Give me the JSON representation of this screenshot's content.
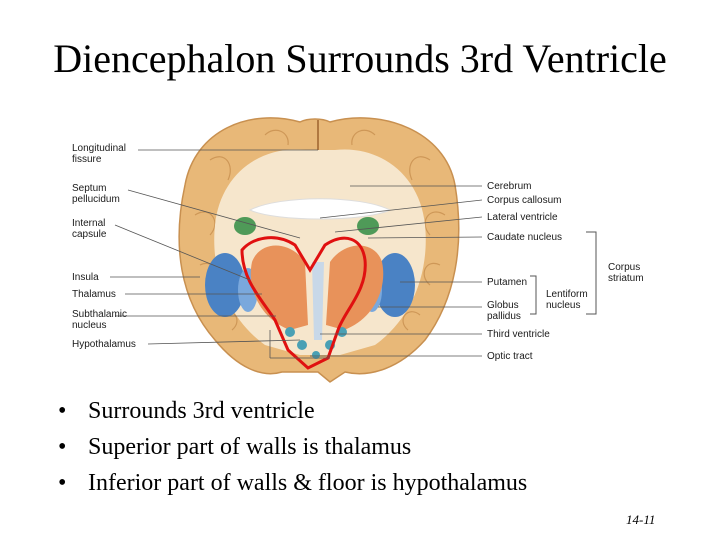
{
  "slide": {
    "title": "Diencephalon Surrounds 3rd Ventricle",
    "page_number": "14-11"
  },
  "figure": {
    "labels_left": {
      "longitudinal_fissure": "Longitudinal\nfissure",
      "septum_pellucidum": "Septum\npellucidum",
      "internal_capsule": "Internal\ncapsule",
      "insula": "Insula",
      "thalamus": "Thalamus",
      "subthalamic_nucleus": "Subthalamic\nnucleus",
      "hypothalamus": "Hypothalamus"
    },
    "labels_right": {
      "cerebrum": "Cerebrum",
      "corpus_callosum": "Corpus callosum",
      "lateral_ventricle": "Lateral ventricle",
      "caudate_nucleus": "Caudate nucleus",
      "putamen": "Putamen",
      "globus_pallidus": "Globus\npallidus",
      "third_ventricle": "Third ventricle",
      "optic_tract": "Optic tract",
      "lentiform_nucleus": "Lentiform\nnucleus",
      "corpus_striatum": "Corpus\nstriatum"
    },
    "colors": {
      "highlight_outline": "#e01010",
      "cortex": "#e8b878",
      "white_matter": "#f6e6cc",
      "thalamus": "#e8925a",
      "basal_nuclei": "#4a82c4",
      "caudate": "#4f9a58"
    }
  },
  "bullets": [
    "Surrounds 3rd ventricle",
    "Superior part of walls is thalamus",
    "Inferior part of walls & floor is hypothalamus"
  ],
  "bullet_symbol": "•"
}
